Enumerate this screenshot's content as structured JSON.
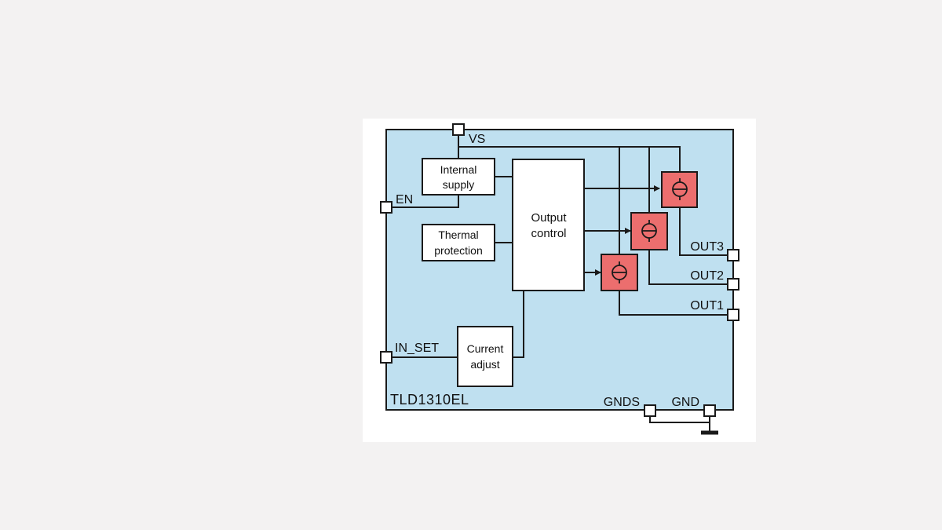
{
  "diagram": {
    "chip_name": "TLD1310EL",
    "pins": {
      "vs": "VS",
      "en": "EN",
      "in_set": "IN_SET",
      "out1": "OUT1",
      "out2": "OUT2",
      "out3": "OUT3",
      "gnds": "GNDS",
      "gnd": "GND"
    },
    "blocks": {
      "internal_supply": [
        "Internal",
        "supply"
      ],
      "thermal_protection": [
        "Thermal",
        "protection"
      ],
      "output_control": [
        "Output",
        "control"
      ],
      "current_adjust": [
        "Current",
        "adjust"
      ]
    },
    "colors": {
      "chip_fill": "#bfe0f0",
      "source_fill": "#ec6e6e",
      "panel": "#ffffff",
      "background": "#f3f2f2"
    }
  }
}
